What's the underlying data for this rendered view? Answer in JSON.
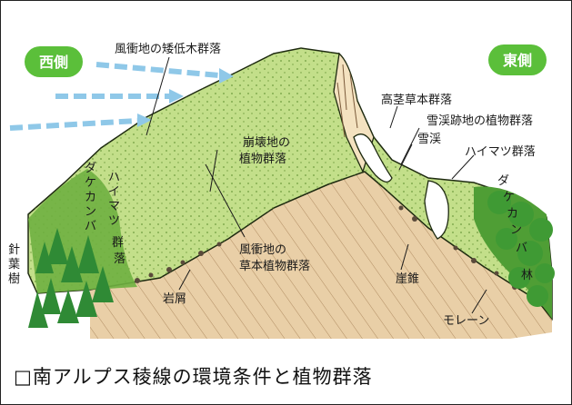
{
  "side_labels": {
    "west": "西側",
    "east": "東側"
  },
  "labels": {
    "wind_dwarf_trees": "風衝地の矮低木群落",
    "collapse_1": "崩壊地の",
    "collapse_2": "植物群落",
    "wind_herb_1": "風衝地の",
    "wind_herb_2": "草本植物群落",
    "talus_rock": "岩屑",
    "tall_herb": "高茎草本群落",
    "snow_valley": "雪渓",
    "snowbed": "雪渓跡地の植物群落",
    "haimatsu": "ハイマツ群落",
    "cliff_talus": "崖錐",
    "moraine": "モレーン",
    "conifer": [
      "針",
      "葉",
      "樹"
    ],
    "birch_west": [
      "ダ",
      "ケ",
      "カ",
      "ン",
      "バ"
    ],
    "haimatsu_west": [
      "ハ",
      "イ",
      "マ",
      "ツ",
      "群",
      "落"
    ],
    "birch_east": [
      "ダ",
      "ケ",
      "カ",
      "ン",
      "バ",
      "林"
    ]
  },
  "caption": "□南アルプス稜線の環境条件と植物群落",
  "colors": {
    "badge_green": "#5bbf3a",
    "vegetation": "#b6d97a",
    "dark_green": "#3f9a34",
    "rock_ground": "#e9cfa7",
    "wind_arrow": "#8fc8e8"
  }
}
